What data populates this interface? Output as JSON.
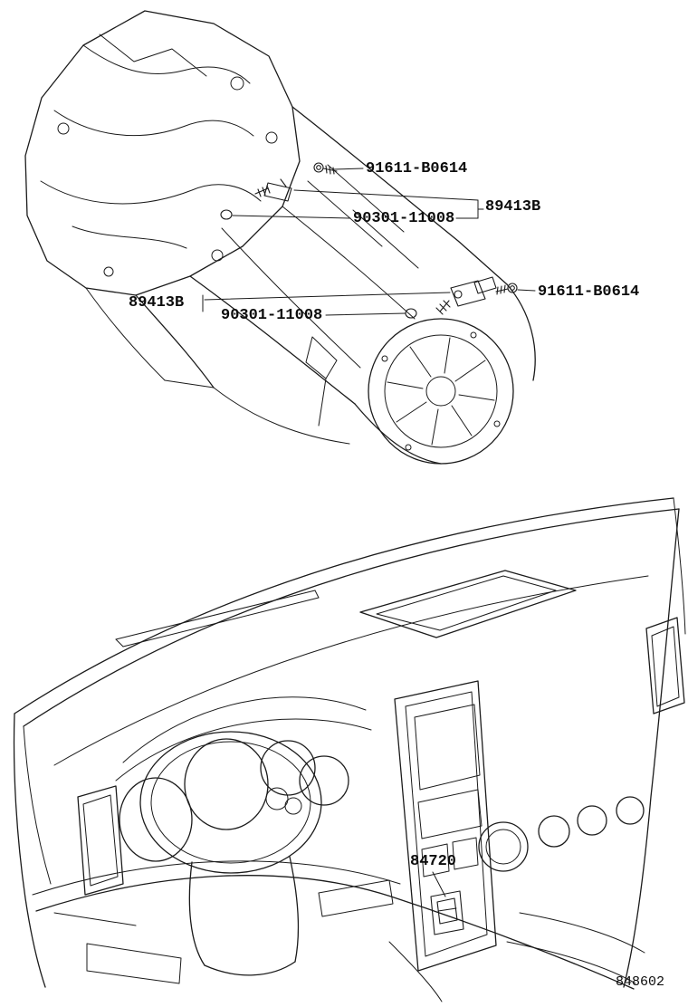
{
  "diagram": {
    "code": "848602",
    "ink_color": "#1b1b1b"
  },
  "labels": {
    "bolt_top": "91611-B0614",
    "sensor_top": "89413B",
    "oring_top": "90301-11008",
    "bolt_right": "91611-B0614",
    "sensor_left": "89413B",
    "oring_left": "90301-11008",
    "switch": "84720"
  }
}
